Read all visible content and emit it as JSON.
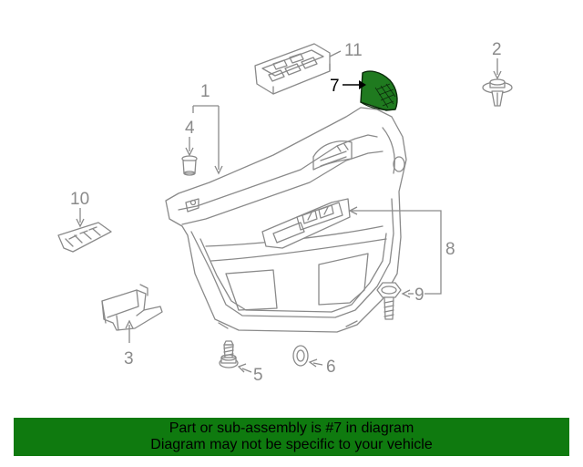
{
  "diagram": {
    "callouts": {
      "c1": "1",
      "c2": "2",
      "c3": "3",
      "c4": "4",
      "c5": "5",
      "c6": "6",
      "c7": "7",
      "c8": "8",
      "c9": "9",
      "c10": "10",
      "c11": "11"
    },
    "highlighted_part": "7",
    "colors": {
      "line": "#8a8a8a",
      "highlight": "#1f7a1f",
      "banner": "#0f7a0f"
    }
  },
  "banner": {
    "line1": "Part or sub-assembly is #7 in diagram",
    "line2": "Diagram may not be specific to your vehicle"
  }
}
